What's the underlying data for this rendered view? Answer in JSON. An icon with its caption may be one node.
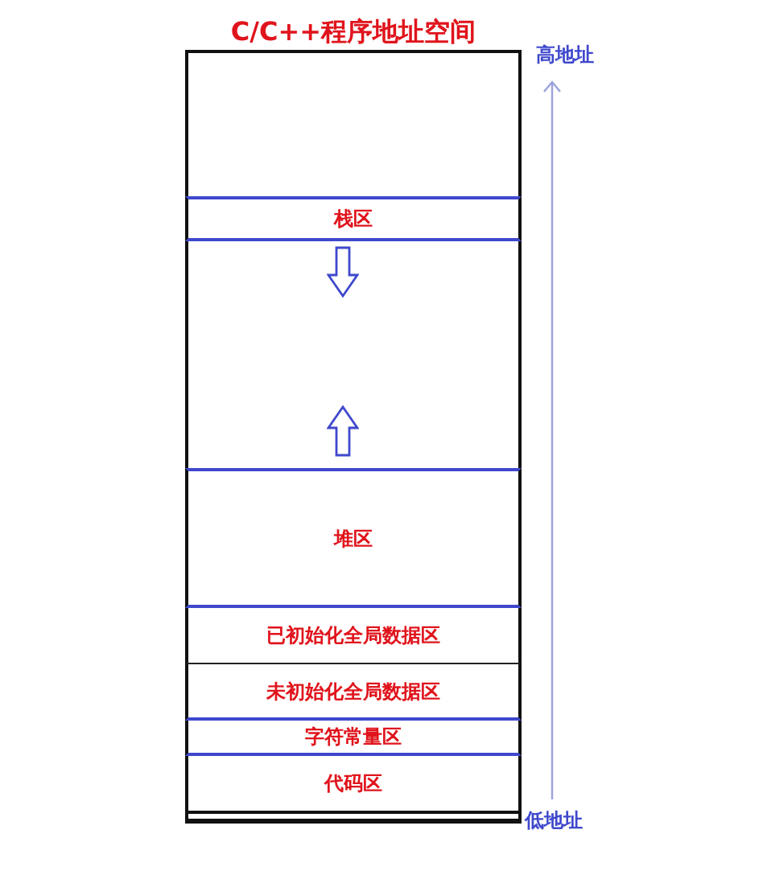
{
  "diagram": {
    "title": "C/C++程序地址空间",
    "nodes": [
      {
        "text": [],
        "shape": "box"
      },
      {
        "text": [
          "栈区"
        ]
      },
      {
        "text": [],
        "shape": "box"
      },
      {
        "text": [
          "堆区"
        ]
      },
      {
        "text": [
          "已初始化全局数据区"
        ]
      },
      {
        "text": [
          "未初始化全局数据区"
        ]
      },
      {
        "text": [
          "字符常量区"
        ]
      },
      {
        "text": [
          "代码区"
        ]
      }
    ],
    "labels": [
      "高地址",
      "低地址"
    ]
  }
}
